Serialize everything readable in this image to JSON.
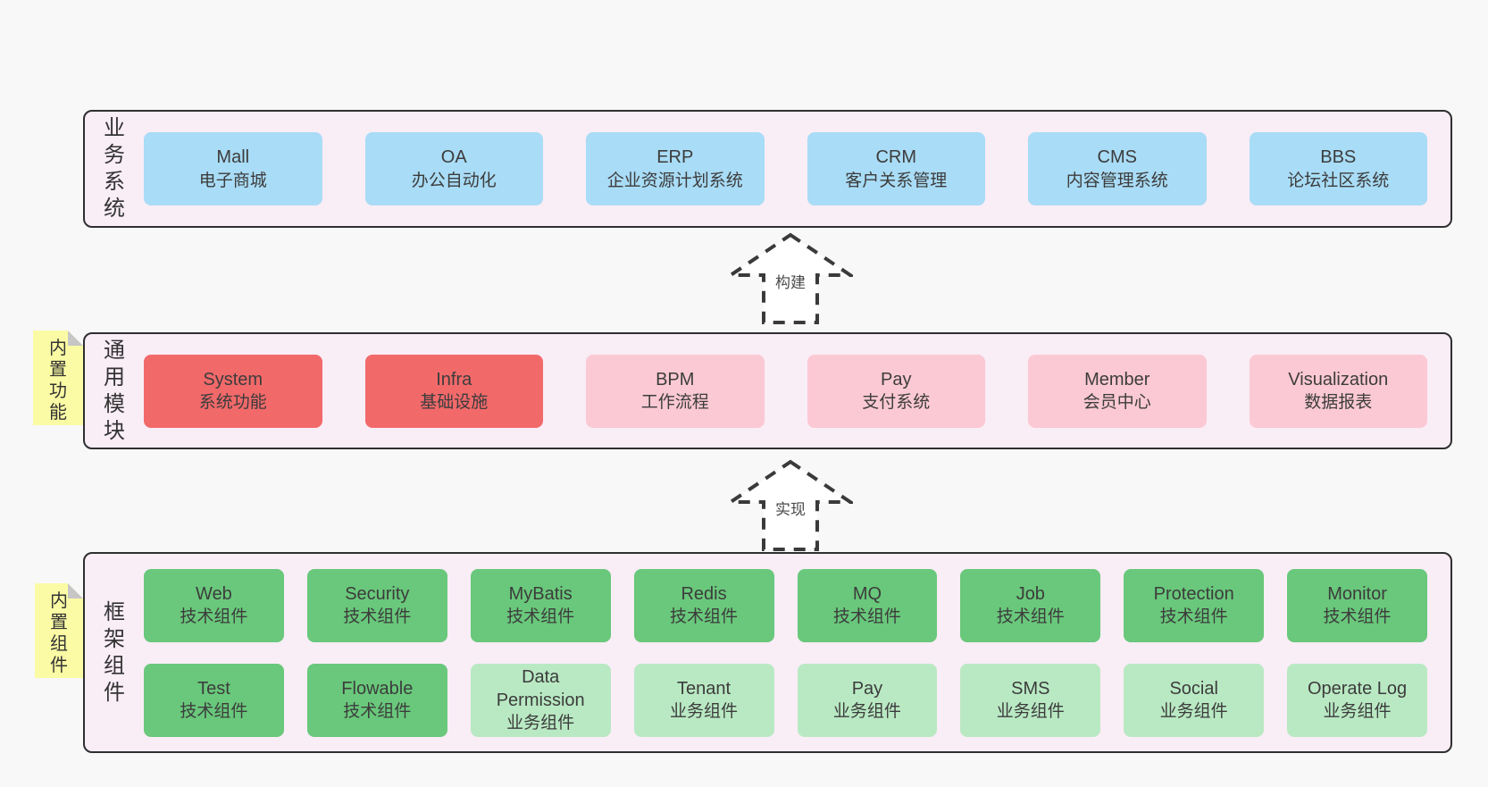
{
  "palette": {
    "page_bg": "#f8f8f8",
    "band_bg": "#f9edf6",
    "band_border": "#2f2f2f",
    "blue": "#a9dcf6",
    "red": "#f2696a",
    "pink": "#fbc9d3",
    "green_dark": "#69c87b",
    "green_light": "#b9e9c3",
    "note_bg": "#fbfba5",
    "note_fold": "#c6c6c6",
    "text": "#3c3c3c"
  },
  "arrows": [
    {
      "label": "构建"
    },
    {
      "label": "实现"
    }
  ],
  "bands": [
    {
      "label": "业务系统",
      "boxes": [
        {
          "title": "Mall",
          "subtitle": "电子商城",
          "variant": "blue"
        },
        {
          "title": "OA",
          "subtitle": "办公自动化",
          "variant": "blue"
        },
        {
          "title": "ERP",
          "subtitle": "企业资源计划系统",
          "variant": "blue"
        },
        {
          "title": "CRM",
          "subtitle": "客户关系管理",
          "variant": "blue"
        },
        {
          "title": "CMS",
          "subtitle": "内容管理系统",
          "variant": "blue"
        },
        {
          "title": "BBS",
          "subtitle": "论坛社区系统",
          "variant": "blue"
        }
      ]
    },
    {
      "label": "通用模块",
      "note": "内置功能",
      "boxes": [
        {
          "title": "System",
          "subtitle": "系统功能",
          "variant": "red"
        },
        {
          "title": "Infra",
          "subtitle": "基础设施",
          "variant": "red"
        },
        {
          "title": "BPM",
          "subtitle": "工作流程",
          "variant": "pink"
        },
        {
          "title": "Pay",
          "subtitle": "支付系统",
          "variant": "pink"
        },
        {
          "title": "Member",
          "subtitle": "会员中心",
          "variant": "pink"
        },
        {
          "title": "Visualization",
          "subtitle": "数据报表",
          "variant": "pink"
        }
      ]
    },
    {
      "label": "框架组件",
      "note": "内置组件",
      "rows": [
        [
          {
            "title": "Web",
            "subtitle": "技术组件",
            "variant": "green-dark"
          },
          {
            "title": "Security",
            "subtitle": "技术组件",
            "variant": "green-dark"
          },
          {
            "title": "MyBatis",
            "subtitle": "技术组件",
            "variant": "green-dark"
          },
          {
            "title": "Redis",
            "subtitle": "技术组件",
            "variant": "green-dark"
          },
          {
            "title": "MQ",
            "subtitle": "技术组件",
            "variant": "green-dark"
          },
          {
            "title": "Job",
            "subtitle": "技术组件",
            "variant": "green-dark"
          },
          {
            "title": "Protection",
            "subtitle": "技术组件",
            "variant": "green-dark"
          },
          {
            "title": "Monitor",
            "subtitle": "技术组件",
            "variant": "green-dark"
          }
        ],
        [
          {
            "title": "Test",
            "subtitle": "技术组件",
            "variant": "green-dark"
          },
          {
            "title": "Flowable",
            "subtitle": "技术组件",
            "variant": "green-dark"
          },
          {
            "title": "Data Permission",
            "subtitle": "业务组件",
            "variant": "green-light"
          },
          {
            "title": "Tenant",
            "subtitle": "业务组件",
            "variant": "green-light"
          },
          {
            "title": "Pay",
            "subtitle": "业务组件",
            "variant": "green-light"
          },
          {
            "title": "SMS",
            "subtitle": "业务组件",
            "variant": "green-light"
          },
          {
            "title": "Social",
            "subtitle": "业务组件",
            "variant": "green-light"
          },
          {
            "title": "Operate Log",
            "subtitle": "业务组件",
            "variant": "green-light"
          }
        ]
      ]
    }
  ]
}
